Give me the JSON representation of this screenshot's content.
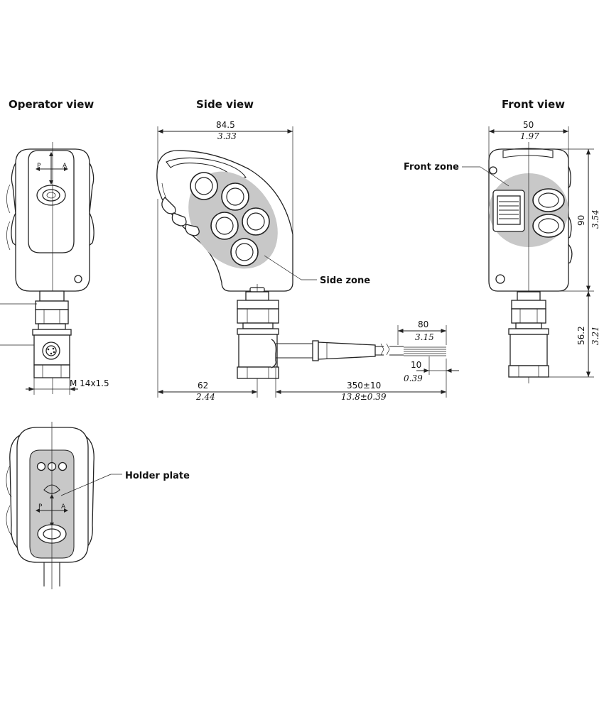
{
  "views": {
    "operator": "Operator view",
    "side": "Side view",
    "front": "Front view"
  },
  "callouts": {
    "front_zone": "Front zone",
    "side_zone": "Side zone",
    "holder_plate": "Holder plate"
  },
  "dimensions": {
    "thread": "M 14x1.5",
    "side_width_mm": "84.5",
    "side_width_in": "3.33",
    "side_base_mm": "62",
    "side_base_in": "2.44",
    "cable_len_mm": "350±10",
    "cable_len_in": "13.8±0.39",
    "strip_mm": "80",
    "strip_in": "3.15",
    "wire_mm": "10",
    "wire_in": "0.39",
    "front_width_mm": "50",
    "front_width_in": "1.97",
    "height_mm": "90",
    "height_in": "3.54",
    "shaft_mm": "56.2",
    "shaft_in": "3.21"
  },
  "colors": {
    "zone_fill": "#c8c8c8",
    "line": "#222222"
  }
}
